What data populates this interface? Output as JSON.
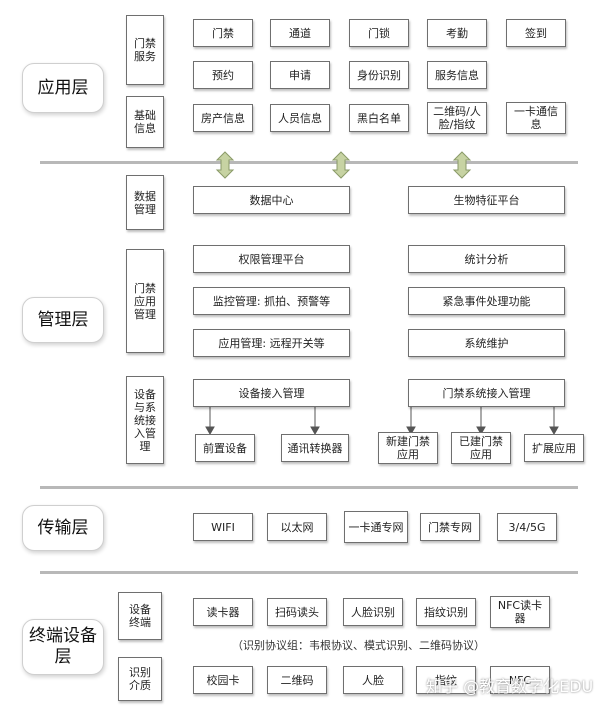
{
  "app_layer": {
    "label": "应用层",
    "access_service": {
      "label": "门禁服务",
      "items": [
        "门禁",
        "通道",
        "门锁",
        "考勤",
        "签到",
        "预约",
        "申请",
        "身份识别",
        "服务信息"
      ]
    },
    "basic_info": {
      "label": "基础信息",
      "items": [
        "房产信息",
        "人员信息",
        "黑白名单",
        "二维码/人脸/指纹",
        "一卡通信息"
      ]
    }
  },
  "mgmt_layer": {
    "label": "管理层",
    "data_mgmt": {
      "label": "数据管理",
      "items": [
        "数据中心",
        "生物特征平台"
      ]
    },
    "access_app_mgmt": {
      "label": "门禁应用管理",
      "items": [
        "权限管理平台",
        "统计分析",
        "监控管理: 抓拍、预警等",
        "紧急事件处理功能",
        "应用管理: 远程开关等",
        "系统维护"
      ]
    },
    "device_access_mgmt": {
      "label": "设备与系统接入管理",
      "device_access": "设备接入管理",
      "system_access": "门禁系统接入管理",
      "device_children": [
        "前置设备",
        "通讯转换器"
      ],
      "system_children": [
        "新建门禁应用",
        "已建门禁应用",
        "扩展应用"
      ]
    }
  },
  "transport_layer": {
    "label": "传输层",
    "items": [
      "WIFI",
      "以太网",
      "一卡通专网",
      "门禁专网",
      "3/4/5G"
    ]
  },
  "terminal_layer": {
    "label": "终端设备层",
    "devices": {
      "label": "设备终端",
      "items": [
        "读卡器",
        "扫码读头",
        "人脸识别",
        "指纹识别",
        "NFC读卡器"
      ]
    },
    "protocol_note": "（识别协议组：韦根协议、模式识别、二维码协议）",
    "media": {
      "label": "识别介质",
      "items": [
        "校园卡",
        "二维码",
        "人脸",
        "指纹",
        "NFC"
      ]
    }
  },
  "watermark": "知乎 @教育数字化EDU",
  "colors": {
    "arrow_fill": "#c7d3a3",
    "arrow_stroke": "#8a9a68",
    "separator": "#b8b8b8"
  }
}
